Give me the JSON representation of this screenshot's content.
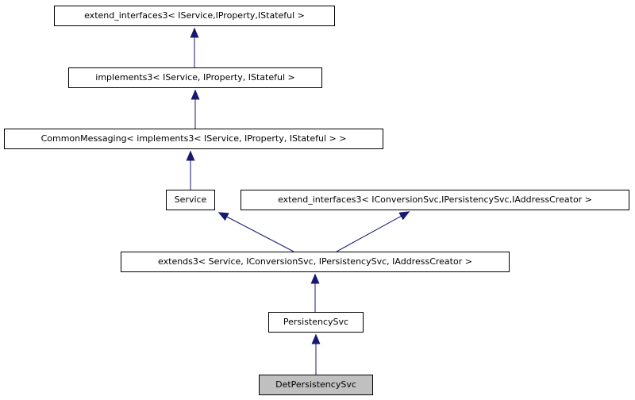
{
  "diagram": {
    "type": "class-inheritance-graph",
    "nodes": [
      {
        "id": "extend_interfaces3_service",
        "label": "extend_interfaces3< IService,IProperty,IStateful >",
        "highlighted": false
      },
      {
        "id": "implements3",
        "label": "implements3< IService, IProperty, IStateful >",
        "highlighted": false
      },
      {
        "id": "common_messaging",
        "label": "CommonMessaging< implements3< IService, IProperty, IStateful > >",
        "highlighted": false
      },
      {
        "id": "service",
        "label": "Service",
        "highlighted": false
      },
      {
        "id": "extend_interfaces3_conversion",
        "label": "extend_interfaces3< IConversionSvc,IPersistencySvc,IAddressCreator >",
        "highlighted": false
      },
      {
        "id": "extends3",
        "label": "extends3< Service, IConversionSvc, IPersistencySvc, IAddressCreator >",
        "highlighted": false
      },
      {
        "id": "persistency_svc",
        "label": "PersistencySvc",
        "highlighted": false
      },
      {
        "id": "det_persistency_svc",
        "label": "DetPersistencySvc",
        "highlighted": true
      }
    ],
    "edges": [
      {
        "from": "implements3",
        "to": "extend_interfaces3_service"
      },
      {
        "from": "common_messaging",
        "to": "implements3"
      },
      {
        "from": "service",
        "to": "common_messaging"
      },
      {
        "from": "extends3",
        "to": "service"
      },
      {
        "from": "extends3",
        "to": "extend_interfaces3_conversion"
      },
      {
        "from": "persistency_svc",
        "to": "extends3"
      },
      {
        "from": "det_persistency_svc",
        "to": "persistency_svc"
      }
    ],
    "colors": {
      "edge": "#191970",
      "node_border": "#000000",
      "node_fill": "#ffffff",
      "highlight_fill": "#c0c0c0",
      "text": "#000000",
      "background": "#ffffff"
    }
  }
}
